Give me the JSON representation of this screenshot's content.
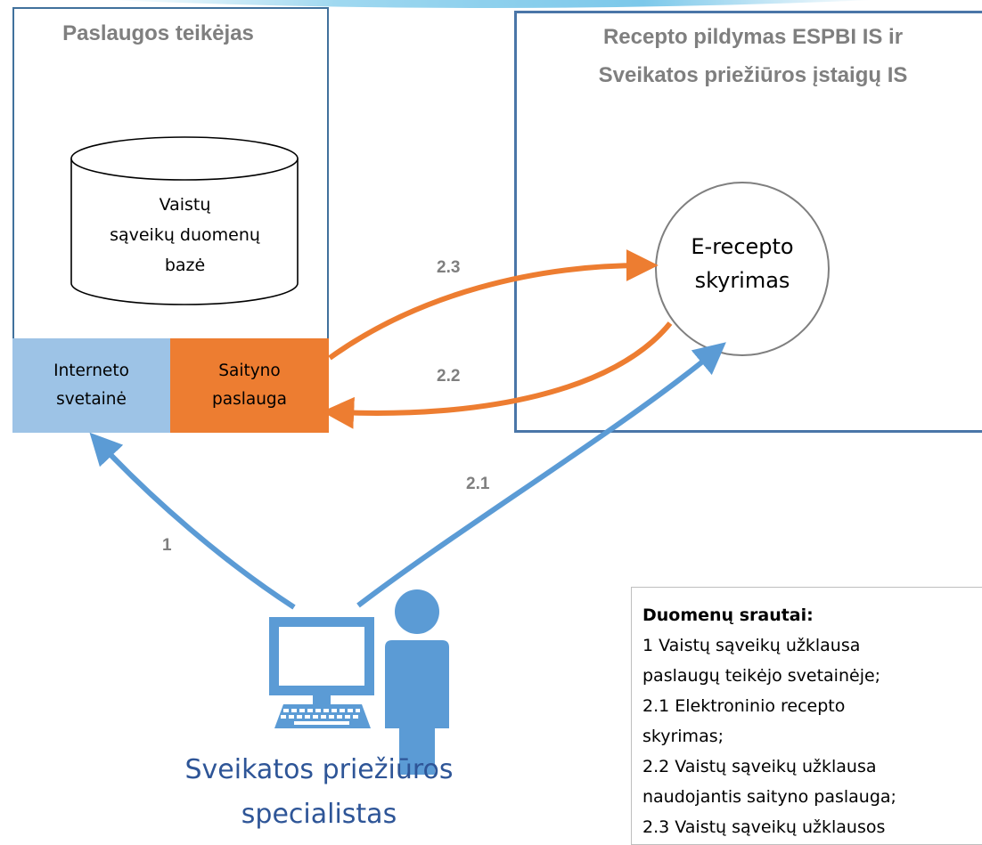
{
  "provider": {
    "title": "Paslaugos teikėjas",
    "database_label": [
      "Vaistų",
      "sąveikų duomenų",
      "bazė"
    ],
    "internet_site_label": [
      "Interneto",
      "svetainė"
    ],
    "web_service_label": [
      "Saityno",
      "paslauga"
    ]
  },
  "prescription_system": {
    "title": [
      "Recepto pildymas ESPBI IS ir",
      "Sveikatos priežiūros įstaigų IS"
    ],
    "process_label": [
      "E-recepto",
      "skyrimas"
    ]
  },
  "flows": {
    "f1": "1",
    "f2_1": "2.1",
    "f2_2": "2.2",
    "f2_3": "2.3"
  },
  "specialist": {
    "label": [
      "Sveikatos priežiūros",
      "specialistas"
    ]
  },
  "legend": {
    "title": "Duomenų srautai:",
    "lines": [
      "1 Vaistų sąveikų užklausa",
      "paslaugų teikėjo svetainėje;",
      "2.1 Elektroninio recepto",
      "skyrimas;",
      "2.2 Vaistų sąveikų užklausa",
      "naudojantis saityno paslauga;",
      "2.3 Vaistų sąveikų užklausos"
    ]
  },
  "colors": {
    "blue_flow": "#5b9bd5",
    "orange_flow": "#ed7d31",
    "light_blue_tile": "#9dc3e6",
    "title_gray": "#7f7f7f",
    "box_border": "#41719c",
    "specialist_text": "#2e5597"
  }
}
